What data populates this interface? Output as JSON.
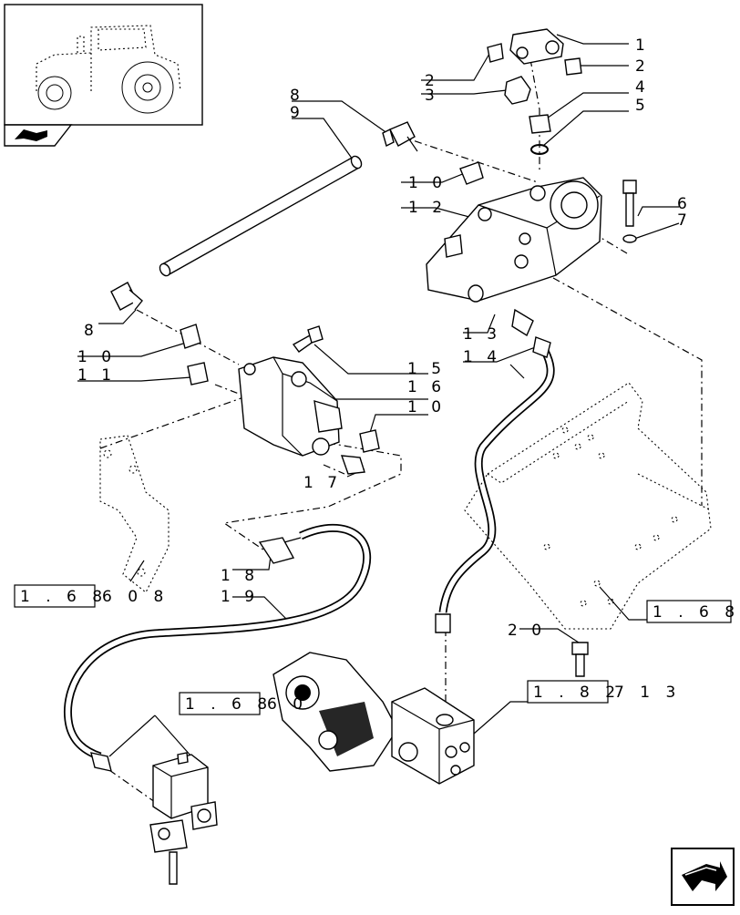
{
  "callouts": {
    "c1": "1",
    "c2a": "2",
    "c2b": "2",
    "c3": "3",
    "c4": "4",
    "c5": "5",
    "c6": "6",
    "c7": "7",
    "c8a": "8",
    "c8b": "8",
    "c9": "9",
    "c10a": "1 0",
    "c10b": "1 0",
    "c10c": "1 0",
    "c11": "1 1",
    "c12": "1 2",
    "c13": "1 3",
    "c14": "1 4",
    "c15": "1 5",
    "c16": "1 6",
    "c17": "1 7",
    "c18": "1 8",
    "c19": "1 9",
    "c20": "2 0"
  },
  "references": {
    "ref_bracket": {
      "boxed": "1 . 6 8",
      "suffix": "6 0 8"
    },
    "ref_frame": {
      "boxed": "1 . 6 8",
      "suffix": ""
    },
    "ref_valve": {
      "boxed": "1 . 6 8",
      "suffix": "6 0"
    },
    "ref_block": {
      "boxed": "1 . 8 2",
      "suffix": "7 1 3"
    }
  },
  "thumbnail": {
    "name": "tractor-overview"
  },
  "icons": {
    "book_icon": "book-icon",
    "nav_arrow": "next-page-arrow-icon"
  }
}
